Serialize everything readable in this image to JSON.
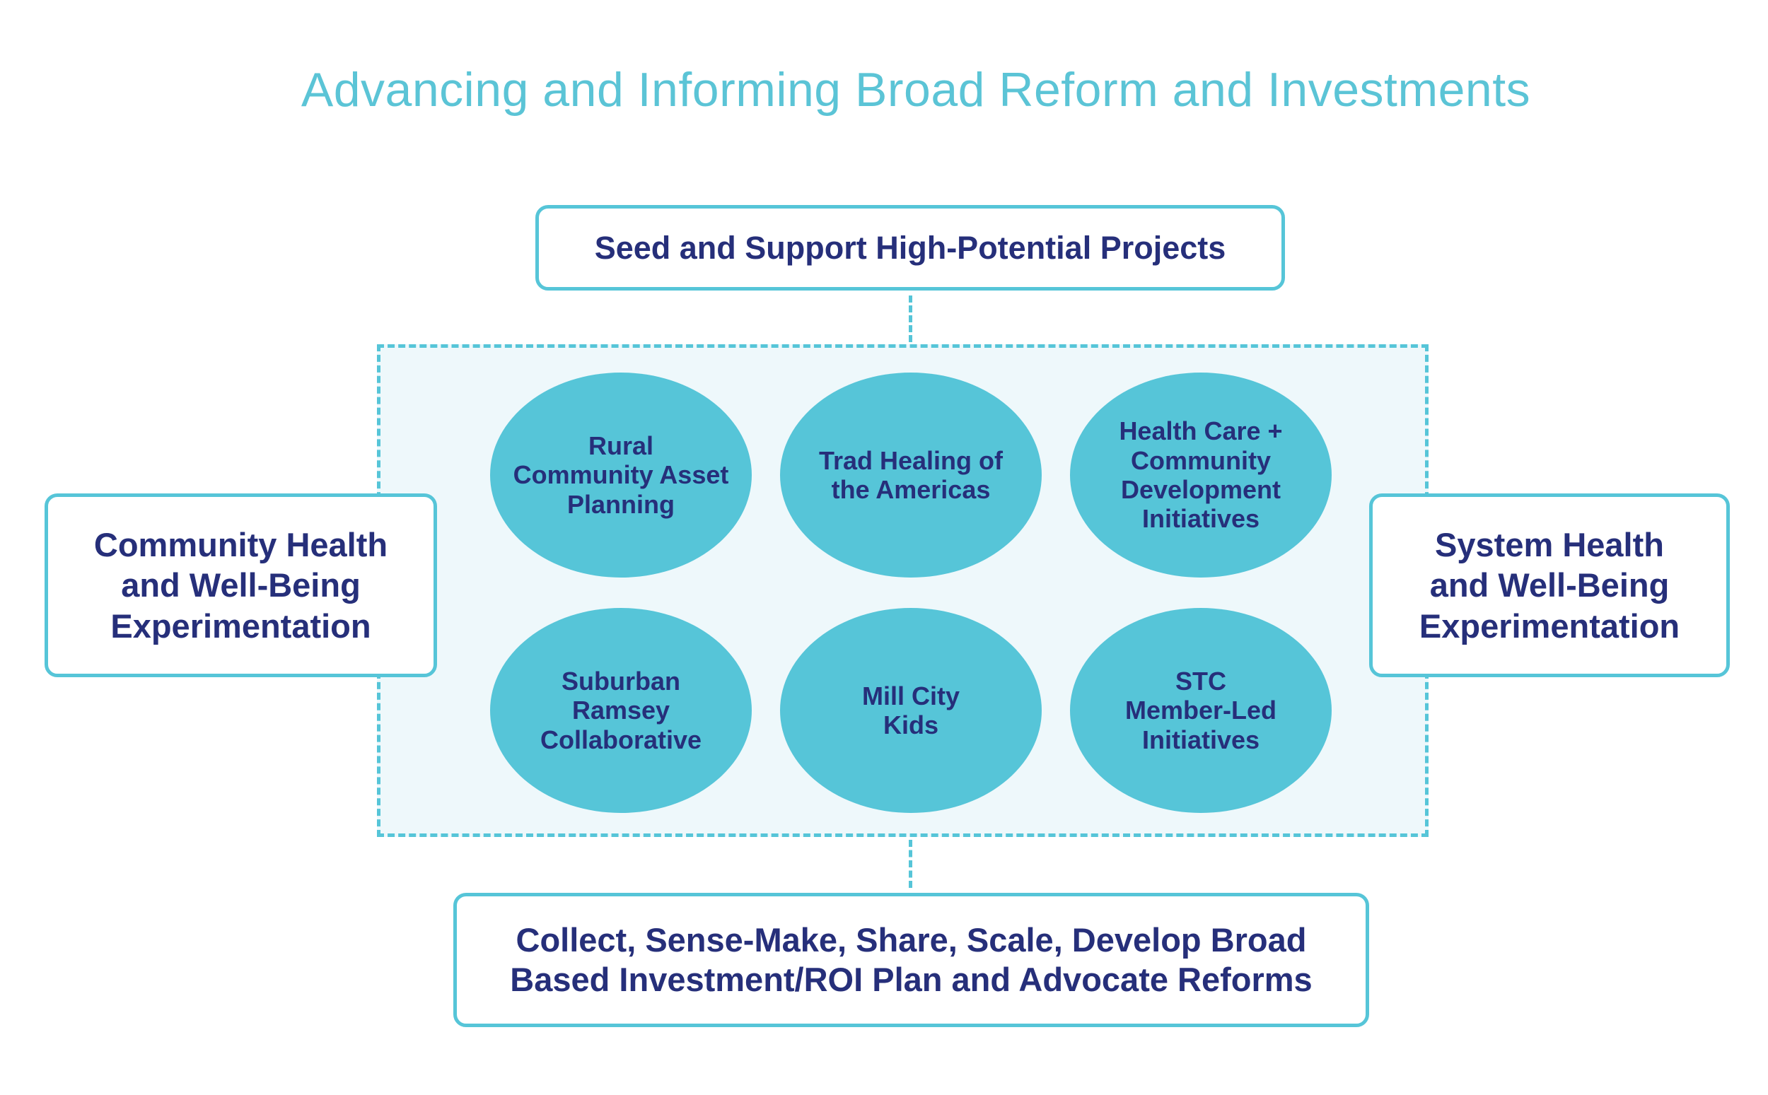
{
  "title": "Advancing and Informing Broad Reform and Investments",
  "top_box": "Seed and Support High-Potential Projects",
  "left_box": "Community Health\nand Well-Being\nExperimentation",
  "right_box": "System Health\nand Well-Being\nExperimentation",
  "bottom_box": "Collect, Sense-Make, Share, Scale, Develop Broad\nBased Investment/ROI Plan and Advocate Reforms",
  "projects": [
    "Rural\nCommunity Asset\nPlanning",
    "Trad Healing of\nthe Americas",
    "Health Care +\nCommunity\nDevelopment\nInitiatives",
    "Suburban\nRamsey\nCollaborative",
    "Mill City\nKids",
    "STC\nMember-Led\nInitiatives"
  ],
  "colors": {
    "accent": "#56c5d8",
    "title": "#5bc4d6",
    "text": "#262f7a",
    "panel_fill": "#eef8fb"
  }
}
